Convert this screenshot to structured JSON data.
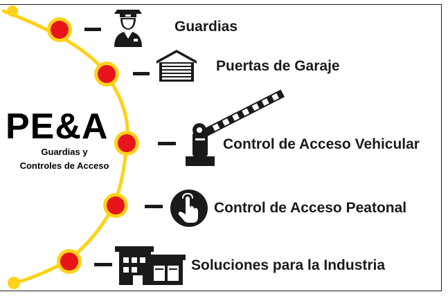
{
  "brand": {
    "title": "PE&A",
    "subtitle_line1": "Guardias y",
    "subtitle_line2": "Controles de Acceso"
  },
  "items": [
    {
      "label": "Guardias",
      "icon": "guard-icon"
    },
    {
      "label": "Puertas de Garaje",
      "icon": "garage-door-icon"
    },
    {
      "label": "Control de Acceso Vehicular",
      "icon": "barrier-gate-icon"
    },
    {
      "label": "Control de Acceso Peatonal",
      "icon": "touch-hand-icon"
    },
    {
      "label": "Soluciones para la Industria",
      "icon": "factory-icon"
    }
  ],
  "colors": {
    "arc": "#ffd21a",
    "node_fill": "#e8141c",
    "node_ring": "#ffd21a",
    "text": "#1a1a1a",
    "icon": "#1a1a1a"
  }
}
